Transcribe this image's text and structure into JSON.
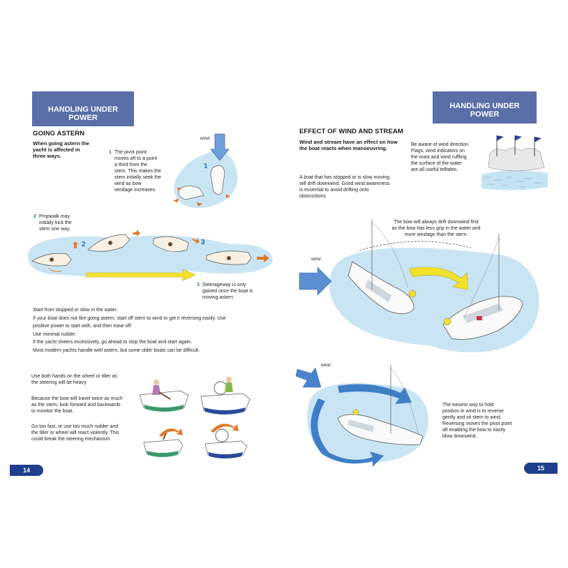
{
  "left": {
    "banner": [
      "HANDLING UNDER",
      "POWER"
    ],
    "heading": "GOING ASTERN",
    "lead": [
      "When going astern the",
      "yacht is affected in",
      "three ways."
    ],
    "step1": {
      "num": "1",
      "lines": [
        "The pivot point",
        "moves aft to a point",
        "a third from the",
        "stern. This makes the",
        "stern initially seek the",
        "wind as bow",
        "windage increases."
      ]
    },
    "step2": {
      "num": "2",
      "lines": [
        "Propwalk may",
        "initially kick the",
        "stern one way."
      ]
    },
    "step3": {
      "num": "3",
      "lines": [
        "Steerageway is only",
        "gained once the boat is",
        "moving astern."
      ]
    },
    "wind_label": "wind",
    "diagram_num_1": "1",
    "diagram_num_2": "2",
    "diagram_num_3": "3",
    "bullets": [
      "Start from stopped or slow in the water.",
      "If your boat does not like going astern, start off stern to wind to get it reversing easily. Use",
      "positive power to start with, and then ease off.",
      "Use minimal rudder.",
      "If the yacht sheers excessively, go ahead to stop the boat and start again.",
      "Most modern yachts handle well astern, but some older boats can be difficult."
    ],
    "para1": [
      "Use both hands on the wheel or tiller as",
      "the steering will be heavy."
    ],
    "para2": [
      "Because the bow will travel twice as much",
      "as the stern, look forward and backwards",
      "to monitor the boat."
    ],
    "para3": [
      "Go too fast, or use too much rudder and",
      "the tiller or wheel will react violently. This",
      "could break the steering mechanism."
    ],
    "page_number": "14"
  },
  "right": {
    "banner": [
      "HANDLING UNDER",
      "POWER"
    ],
    "heading": "EFFECT OF WIND AND STREAM",
    "lead": [
      "Wind and stream have an effect on how",
      "the boat reacts when manoeuvring."
    ],
    "side_note": [
      "Be aware of wind direction.",
      "Flags, wind indicators on",
      "the mast and wind ruffling",
      "the surface of the water",
      "are all useful telltales."
    ],
    "drift": [
      "A boat that has stopped or is slow moving",
      "will drift downwind. Good wind awareness",
      "is essential to avoid drifting onto",
      "obstructions."
    ],
    "bow_caption": [
      "The bow will always drift downwind first",
      "as the bow has less grip in the water and",
      "more windage than the stern."
    ],
    "wind_label_1": "wind",
    "wind_label_2": "wind",
    "hold_caption": [
      "The easiest way to hold",
      "position in wind is to reverse",
      "gently and sit stern to wind.",
      "Reversing moves the pivot point",
      "aft enabling the bow to easily",
      "blow downwind."
    ],
    "page_number": "15"
  },
  "colors": {
    "banner": "#5a6fa8",
    "page_tab": "#1e3f8c",
    "step_number": "#2a6db4",
    "water": "#bfe1f2",
    "arrow_yellow": "#f2e22a",
    "arrow_blue": "#3f7fc8",
    "arrow_orange": "#e07a2a"
  }
}
